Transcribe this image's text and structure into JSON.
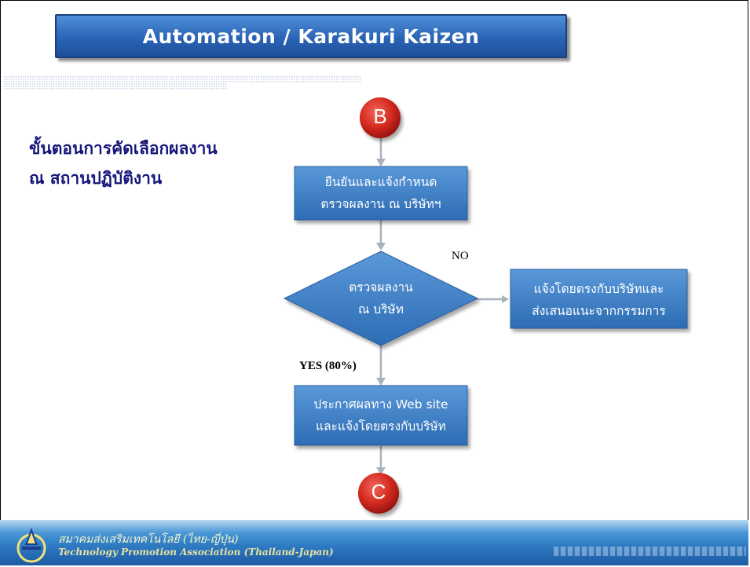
{
  "header": {
    "title": "Automation / Karakuri  Kaizen"
  },
  "subtitle": {
    "line1": "ขั้นตอนการคัดเลือกผลงาน",
    "line2": "ณ สถานปฏิบัติงาน"
  },
  "flow": {
    "connector_top": "B",
    "step1": {
      "line1": "ยืนยันและแจ้งกำหนด",
      "line2": "ตรวจผลงาน ณ บริษัทฯ"
    },
    "decision": {
      "line1": "ตรวจผลงาน",
      "line2": "ณ บริษัท"
    },
    "no_label": "NO",
    "no_box": {
      "line1": "แจ้งโดยตรงกับบริษัทและ",
      "line2": "ส่งเสนอแนะจากกรรมการ"
    },
    "yes_label": "YES (80%)",
    "step2": {
      "line1": "ประกาศผลทาง Web site",
      "line2": "และแจ้งโดยตรงกับบริษัท"
    },
    "connector_bottom": "C"
  },
  "footer": {
    "org_thai": "สมาคมส่งเสริมเทคโนโลยี (ไทย-ญี่ปุ่น)",
    "org_en": "Technology Promotion Association (Thailand-Japan)"
  },
  "colors": {
    "box": "#3d7fc6",
    "title": "#2a64b6",
    "circle": "#d42a1f",
    "heading": "#15157a"
  }
}
